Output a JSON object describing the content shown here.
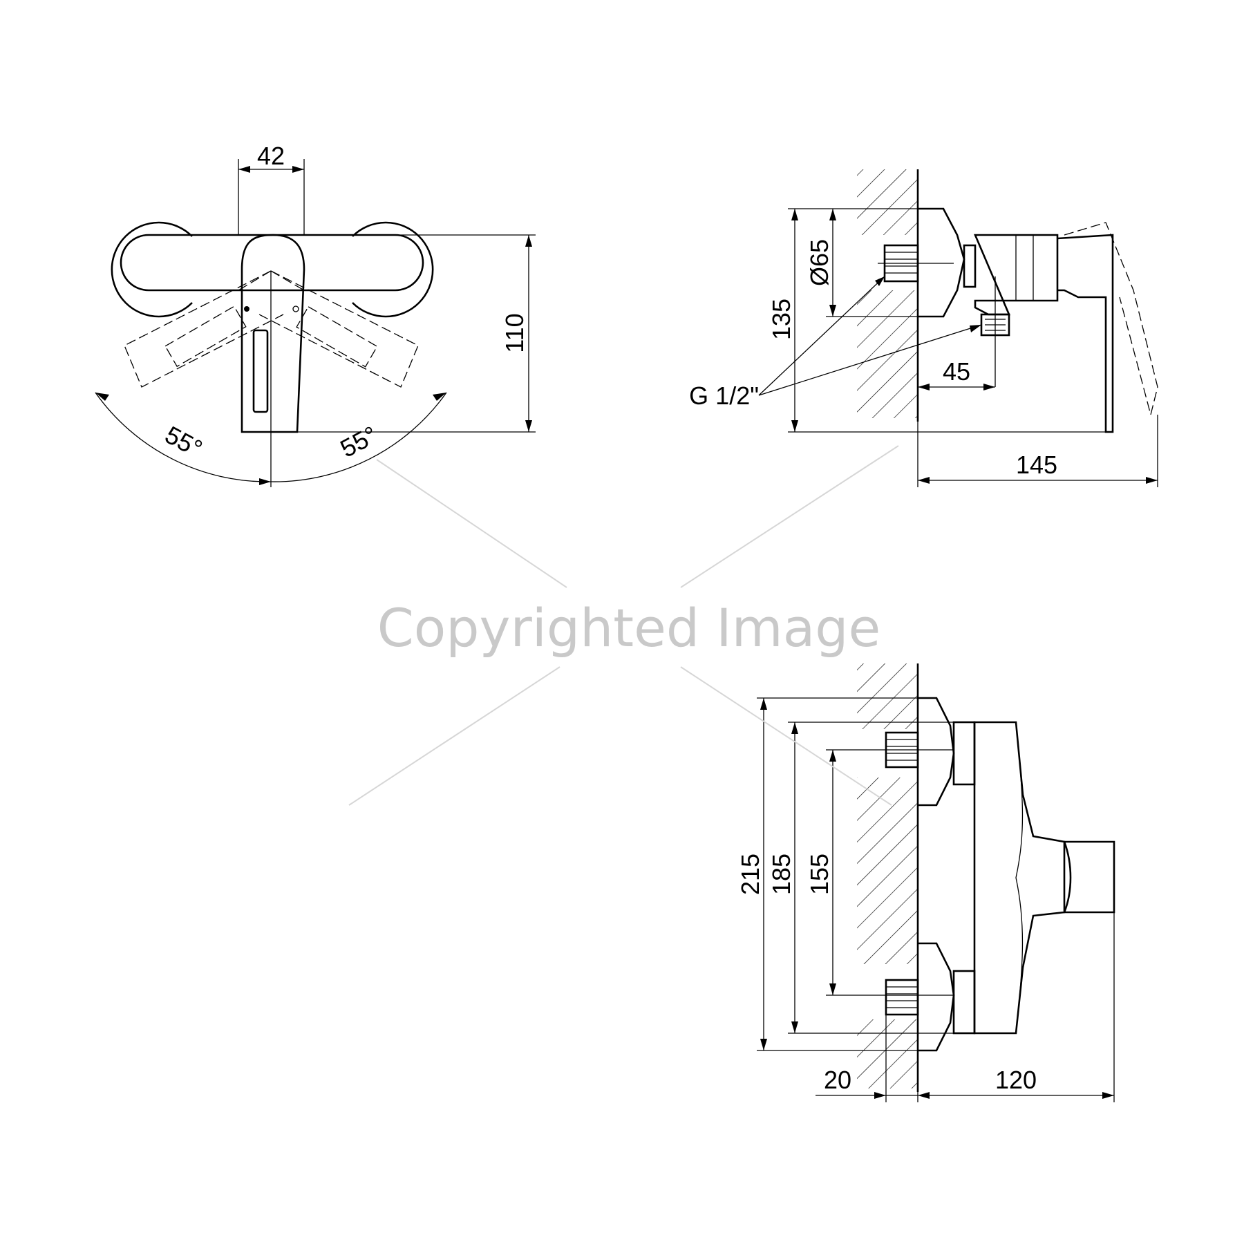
{
  "front_view": {
    "dim_width": "42",
    "dim_height": "110",
    "angle_left": "55°",
    "angle_right": "55°"
  },
  "side_view": {
    "dim_rosette_diameter": "Ø65",
    "dim_total_height": "135",
    "dim_outlet_offset": "45",
    "dim_depth": "145",
    "thread_label": "G 1/2\""
  },
  "top_view": {
    "dim_outer": "215",
    "dim_middle": "185",
    "dim_inner": "155",
    "dim_eccentric": "20",
    "dim_depth": "120"
  },
  "watermark": "Copyrighted Image"
}
